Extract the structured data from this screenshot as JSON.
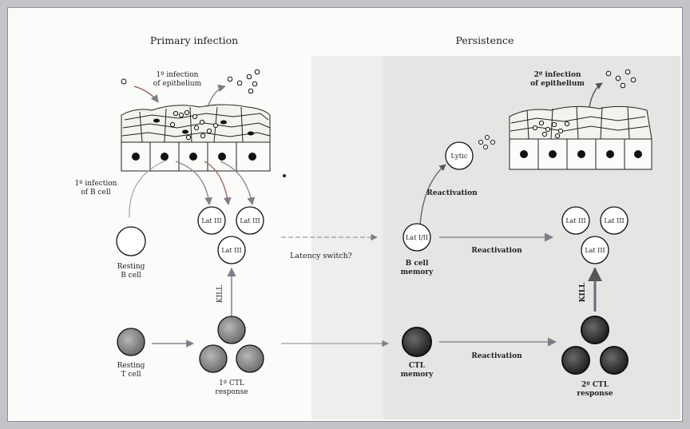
{
  "headings": {
    "left": "Primary infection",
    "right": "Persistence"
  },
  "labels": {
    "primary_epithelium": [
      "1º infection",
      "of epithelium"
    ],
    "primary_b_cell": [
      "1º infection",
      "of B cell"
    ],
    "secondary_epithelium": [
      "2º infection",
      "of epithelium"
    ],
    "resting_b": [
      "Resting",
      "B cell"
    ],
    "resting_t": [
      "Resting",
      "T cell"
    ],
    "primary_ctl": [
      "1º CTL",
      "response"
    ],
    "secondary_ctl": [
      "2º CTL",
      "response"
    ],
    "b_memory": [
      "B cell",
      "memory"
    ],
    "ctl_memory": [
      "CTL",
      "memory"
    ],
    "latency_switch": "Latency switch?",
    "reactivation_up": "Reactivation",
    "reactivation_b": "Reactivation",
    "reactivation_ctl": "Reactivation",
    "kill_left": "KILL",
    "kill_right": "KILL"
  },
  "cells": {
    "lat3_a": "Lat III",
    "lat3_b": "Lat III",
    "lat3_c": "Lat III",
    "lat3_d": "Lat III",
    "lat3_e": "Lat III",
    "lat3_f": "Lat III",
    "lat12": "Lat I/II",
    "lytic": "Lytic"
  },
  "colors": {
    "background": "#fbfbf9",
    "frame": "#c3c4c8",
    "ink": "#222222",
    "arrow": "#8a8a94",
    "grey_cell": "#8c8c8c",
    "dark_cell": "#3a3a3a"
  }
}
